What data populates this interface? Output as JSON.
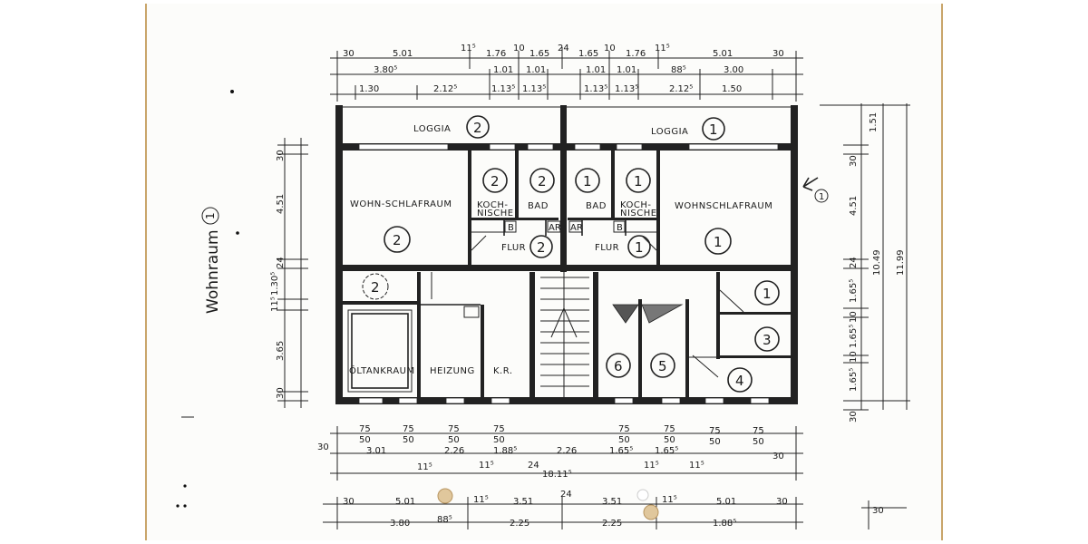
{
  "side_title": "Wohnraum",
  "side_title_number": "1",
  "rooms": {
    "loggia_left": "LOGGIA",
    "loggia_left_num": "2",
    "loggia_right": "LOGGIA",
    "loggia_right_num": "1",
    "wohn_left": "WOHN-SCHLAFRAUM",
    "wohn_left_num": "2",
    "wohn_right": "WOHNSCHLAFRAUM",
    "wohn_right_num": "1",
    "koch_left": "KOCH-\nNISCHE",
    "koch_left_num": "2",
    "koch_right": "KOCH-\nNISCHE",
    "koch_right_num": "1",
    "bad_left": "BAD",
    "bad_left_num": "2",
    "bad_right": "BAD",
    "bad_right_num": "1",
    "flur_left": "FLUR",
    "flur_left_num": "2",
    "flur_right": "FLUR",
    "flur_right_num": "1",
    "b_left": "B",
    "b_right": "B",
    "ar_left": "AR",
    "ar_right": "AR",
    "oeltank": "ÖLTANKRAUM",
    "heizung": "HEIZUNG",
    "kar": "K.R.",
    "cellar_2": "2",
    "cellar_1": "1",
    "cellar_3": "3",
    "cellar_4": "4",
    "cellar_5": "5",
    "cellar_6": "6",
    "marker_1": "1"
  },
  "dims_top_row1": [
    "30",
    "5.01",
    "11⁵",
    "1.76",
    "10",
    "1.65",
    "24",
    "1.65",
    "10",
    "1.76",
    "11⁵",
    "5.01",
    "30"
  ],
  "dims_top_row2": [
    "3.80⁵",
    "1.01",
    "1.01",
    "1.01",
    "1.01",
    "88⁵",
    "3.00"
  ],
  "dims_top_row3": [
    "1.30",
    "2.12⁵",
    "1.13⁵",
    "1.13⁵",
    "1.13⁵",
    "1.13⁵",
    "2.12⁵",
    "1.50"
  ],
  "dims_left": [
    "30",
    "4.51",
    "24",
    "1.30⁵",
    "11⁵",
    "3.65",
    "30"
  ],
  "dims_right_inner": [
    "1.51",
    "30",
    "4.51",
    "24",
    "1.65⁵",
    "10",
    "1.65⁵",
    "10",
    "1.65⁵",
    "30"
  ],
  "dims_right_outer": [
    "10.49",
    "11.99"
  ],
  "dims_bottom_small": [
    "75",
    "50",
    "75",
    "50",
    "75",
    "50",
    "75",
    "50",
    "75",
    "50",
    "75",
    "50",
    "75",
    "50",
    "75",
    "50"
  ],
  "dims_bottom_row1": [
    "30",
    "3.01",
    "2.26",
    "1.88⁵",
    "2.26",
    "1.65⁵",
    "1.65⁵",
    "30"
  ],
  "dims_bottom_row1b": [
    "11⁵",
    "11⁵",
    "24",
    "11⁵",
    "11⁵"
  ],
  "dims_bottom_total": "18.11⁵",
  "dims_bottom_row2": [
    "30",
    "5.01",
    "11⁵",
    "3.51",
    "24",
    "3.51",
    "11⁵",
    "5.01",
    "30"
  ],
  "dims_bottom_row3": [
    "3.80",
    "88⁵",
    "2.25",
    "2.25",
    "1.88⁵"
  ],
  "dims_bottom_right": "30"
}
